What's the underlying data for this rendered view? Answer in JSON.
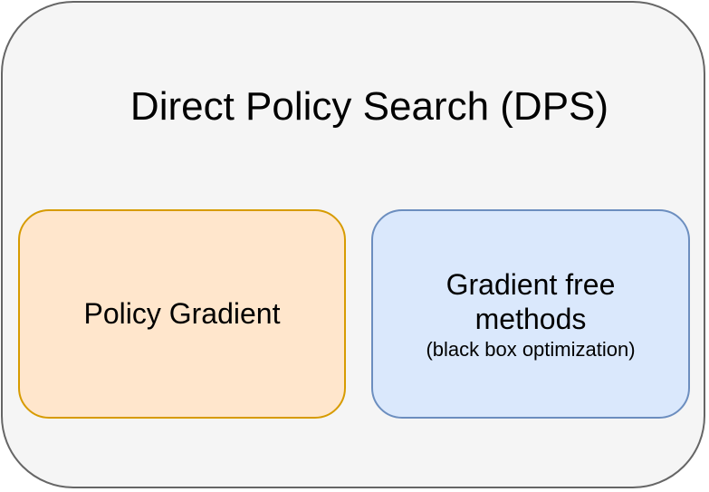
{
  "title": "Direct Policy Search (DPS)",
  "policy_gradient": "Policy Gradient",
  "gradient_free": {
    "line1": "Gradient free",
    "line2": "methods",
    "subtitle": "(black box optimization)"
  }
}
